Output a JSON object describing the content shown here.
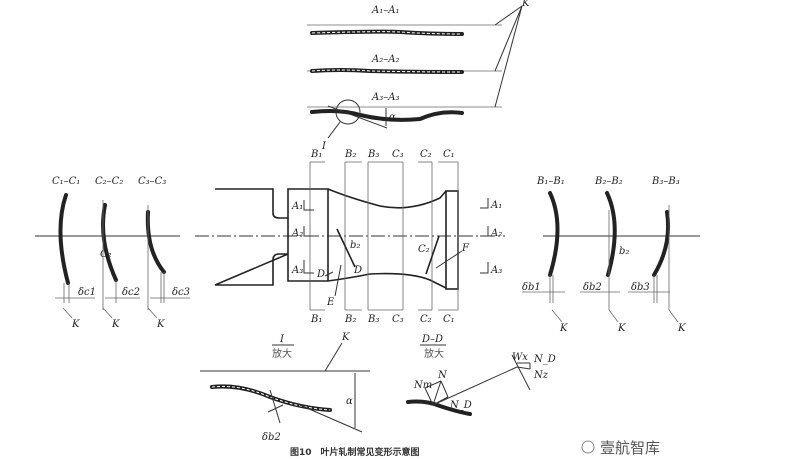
{
  "top_sections": {
    "a1": "A₁–A₁",
    "a2": "A₂–A₂",
    "a3": "A₃–A₃",
    "k": "K",
    "detail_mark": "I",
    "alpha": "α"
  },
  "main_view": {
    "top_labels": [
      "B₁",
      "B₂",
      "B₃",
      "C₃",
      "C₂",
      "C₁"
    ],
    "bottom_labels": [
      "B₁",
      "B₂",
      "B₃",
      "C₃",
      "C₂",
      "C₁"
    ],
    "left_a": [
      "A₁",
      "A₂",
      "A₃"
    ],
    "right_a": [
      "A₁",
      "A₂",
      "A₃"
    ],
    "b2": "b₂",
    "d1": "D",
    "d2": "D",
    "e": "E",
    "c2": "C₂",
    "f": "F"
  },
  "left_sections": {
    "titles": [
      "C₁–C₁",
      "C₂–C₂",
      "C₃–C₃"
    ],
    "deltas": [
      "δc1",
      "δc2",
      "δc3"
    ],
    "k": "K",
    "c2": "C₂"
  },
  "right_sections": {
    "titles": [
      "B₁–B₁",
      "B₂–B₂",
      "B₃–B₃"
    ],
    "deltas": [
      "δb1",
      "δb2",
      "δb3"
    ],
    "k": "K",
    "b2": "b₂"
  },
  "detail_I": {
    "title": "I",
    "subtitle": "放大",
    "k": "K",
    "alpha": "α",
    "delta": "δb2"
  },
  "detail_D": {
    "title": "D–D",
    "subtitle": "放大",
    "n": "N",
    "nt": "Nт",
    "nd": "N_D",
    "wx": "Wx",
    "nd2": "N_D",
    "nz": "Nz"
  },
  "caption": "图10　叶片轧制常见变形示意图",
  "watermark": "壹航智库"
}
